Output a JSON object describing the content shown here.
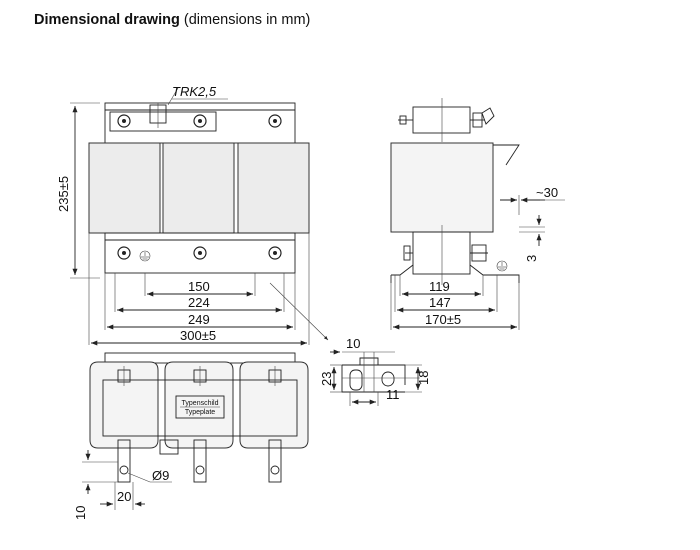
{
  "title": {
    "bold": "Dimensional drawing",
    "normal": "(dimensions in mm)"
  },
  "front_view": {
    "terminal_label": "TRK2,5",
    "height": "235±5",
    "dims": [
      "150",
      "224",
      "249",
      "300±5"
    ]
  },
  "side_view": {
    "offset": "~30",
    "foot": "3",
    "dims": [
      "119",
      "147",
      "170±5"
    ]
  },
  "detail_view": {
    "dims": [
      "10",
      "23",
      "18",
      "11"
    ]
  },
  "top_view": {
    "nameplate_line1": "Typenschild",
    "nameplate_line2": "Typeplate",
    "hole": "Ø9",
    "dims": [
      "20",
      "10"
    ]
  }
}
